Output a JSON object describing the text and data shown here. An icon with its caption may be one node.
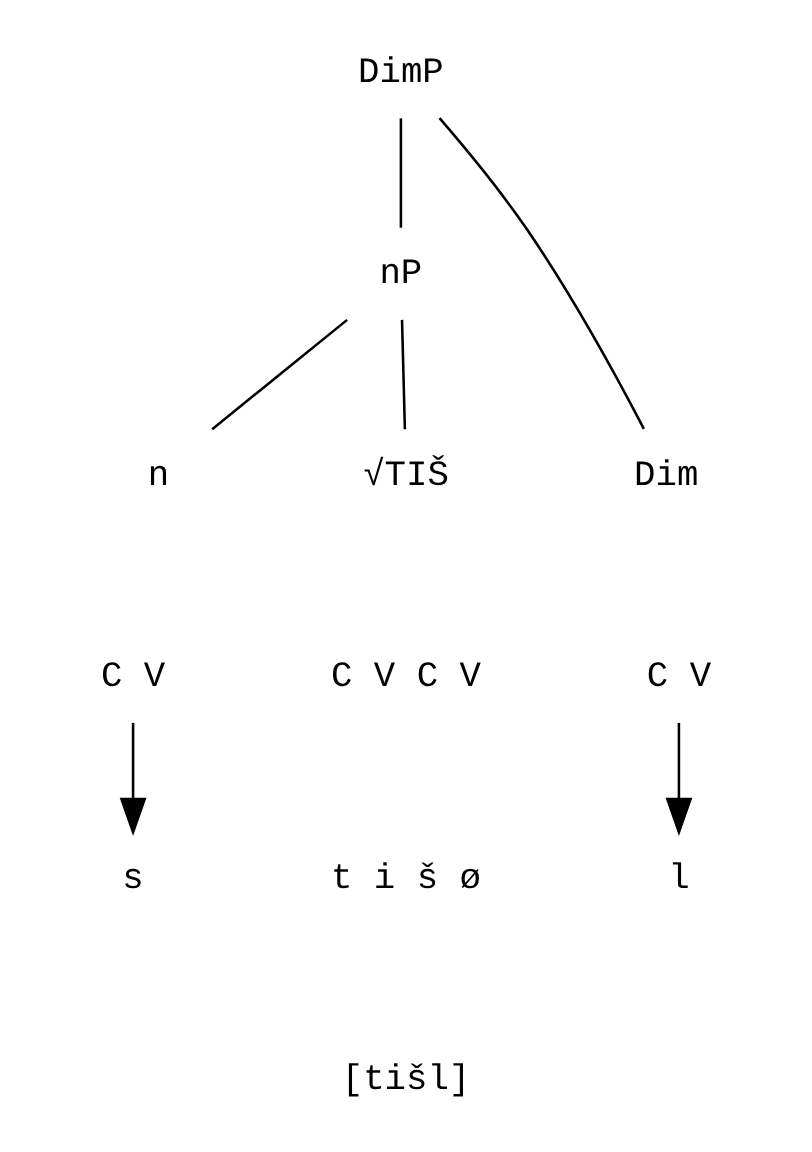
{
  "diagram": {
    "nodes": [
      {
        "text": [
          "DimP"
        ]
      },
      {
        "text": [
          "nP"
        ]
      },
      {
        "text": [
          "n"
        ]
      },
      {
        "text": [
          "√TIŠ"
        ]
      },
      {
        "text": [
          "Dim"
        ]
      },
      {
        "text": [
          "C V"
        ]
      },
      {
        "text": [
          "C V C V"
        ]
      },
      {
        "text": [
          "C V"
        ]
      },
      {
        "text": [
          "s"
        ]
      },
      {
        "text": [
          "t i š ø"
        ]
      },
      {
        "text": [
          "l"
        ]
      }
    ],
    "edges": [
      {
        "from": 0,
        "to": 1,
        "arrow": "none"
      },
      {
        "from": 0,
        "to": 4,
        "arrow": "none"
      },
      {
        "from": 1,
        "to": 2,
        "arrow": "none"
      },
      {
        "from": 1,
        "to": 3,
        "arrow": "none"
      },
      {
        "from": 5,
        "to": 8,
        "arrow": "to"
      },
      {
        "from": 7,
        "to": 10,
        "arrow": "to"
      }
    ],
    "labels": [
      "[tišl]"
    ]
  }
}
